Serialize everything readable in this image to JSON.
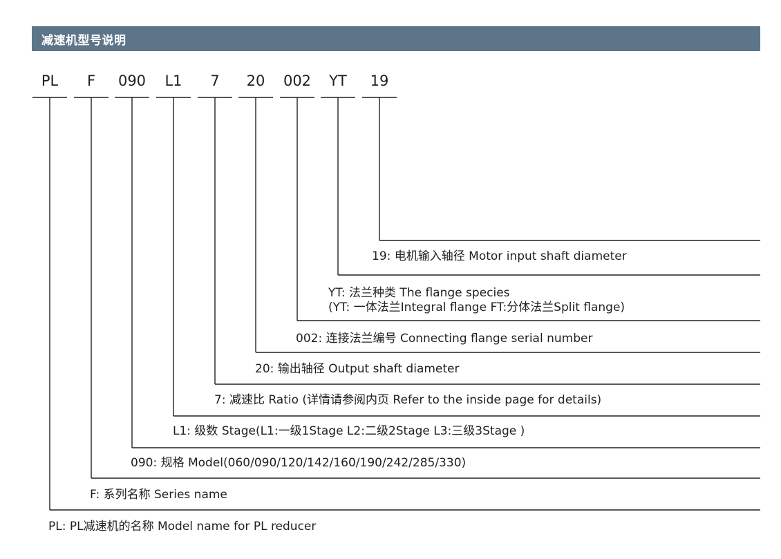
{
  "title": "减速机型号说明",
  "colors": {
    "header_bg": "#5d7589",
    "header_text": "#ffffff",
    "line": "#231f20",
    "text": "#231f20"
  },
  "codes": [
    "PL",
    "F",
    "090",
    "L1",
    "7",
    "20",
    "002",
    "YT",
    "19"
  ],
  "descriptions": [
    {
      "code": "19",
      "lines": [
        "19: 电机输入轴径 Motor input shaft diameter"
      ]
    },
    {
      "code": "YT",
      "lines": [
        "YT: 法兰种类 The flange species",
        "(YT: 一体法兰Integral flange FT:分体法兰Split flange)"
      ]
    },
    {
      "code": "002",
      "lines": [
        "002: 连接法兰编号 Connecting flange serial number"
      ]
    },
    {
      "code": "20",
      "lines": [
        "20: 输出轴径 Output shaft diameter"
      ]
    },
    {
      "code": "7",
      "lines": [
        "7: 减速比 Ratio (详情请参阅内页 Refer to the inside page for details)"
      ]
    },
    {
      "code": "L1",
      "lines": [
        "L1: 级数 Stage(L1:一级1Stage  L2:二级2Stage   L3:三级3Stage )"
      ]
    },
    {
      "code": "090",
      "lines": [
        "090: 规格 Model(060/090/120/142/160/190/242/285/330)"
      ]
    },
    {
      "code": "F",
      "lines": [
        "F: 系列名称 Series name"
      ]
    },
    {
      "code": "PL",
      "lines": [
        "PL: PL减速机的名称 Model name for PL reducer"
      ]
    }
  ]
}
